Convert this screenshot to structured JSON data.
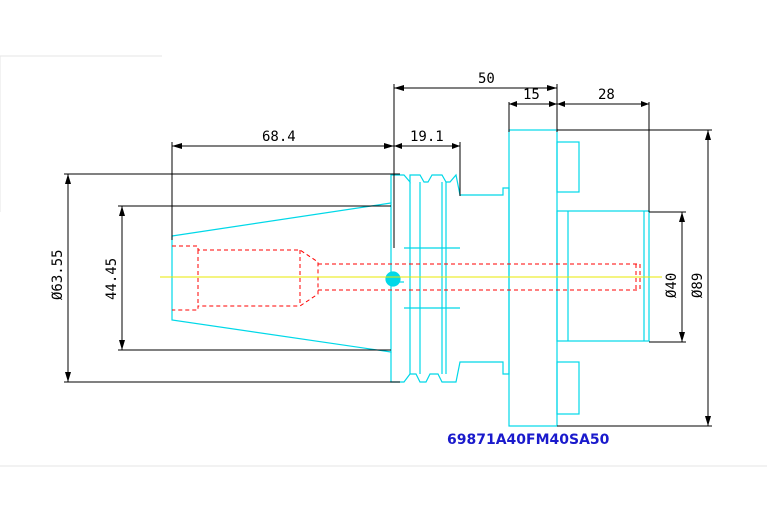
{
  "drawing": {
    "dimensions": {
      "length_total": "50",
      "length_flange": "15",
      "length_spigot": "28",
      "length_taper": "68.4",
      "length_gauge": "19.1",
      "dia_taper_large": "Ø63.55",
      "dia_taper_small": "44.45",
      "dia_spigot": "Ø40",
      "dia_flange": "Ø89"
    },
    "part_number": "69871A40FM40SA50"
  },
  "colors": {
    "outline": "#00d8e8",
    "hidden_line": "#ff0000",
    "centerline": "#e8e800",
    "dimension": "#000000",
    "part_number": "#1a1acc"
  }
}
